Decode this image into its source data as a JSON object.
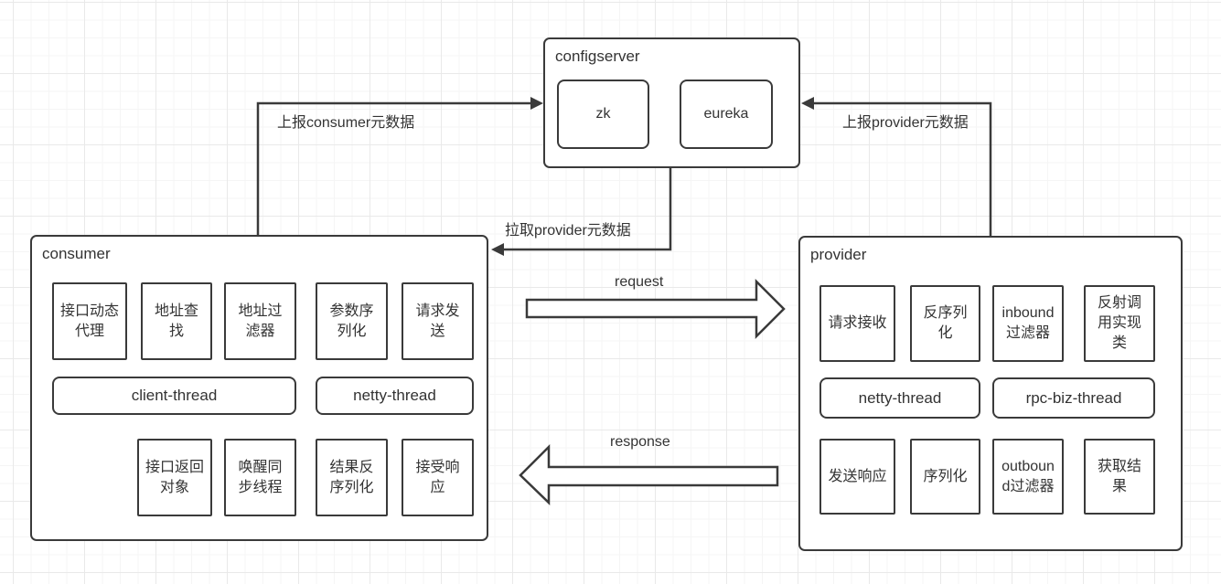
{
  "colors": {
    "border": "#3a3a3a",
    "text": "#333333",
    "background": "#ffffff",
    "grid_minor": "#f5f5f5",
    "grid_major": "#e9e9e9"
  },
  "configserver": {
    "title": "configserver",
    "children": [
      "zk",
      "eureka"
    ]
  },
  "consumer": {
    "title": "consumer",
    "row1": [
      "接口动态代理",
      "地址查找",
      "地址过滤器",
      "参数序列化",
      "请求发送"
    ],
    "threads": [
      "client-thread",
      "netty-thread"
    ],
    "row2": [
      "接口返回对象",
      "唤醒同步线程",
      "结果反序列化",
      "接受响应"
    ]
  },
  "provider": {
    "title": "provider",
    "row1": [
      "请求接收",
      "反序列化",
      "inbound过滤器",
      "反射调用实现类"
    ],
    "threads": [
      "netty-thread",
      "rpc-biz-thread"
    ],
    "row2": [
      "发送响应",
      "序列化",
      "outbound过滤器",
      "获取结果"
    ]
  },
  "edges": {
    "consumer_to_configserver": "上报consumer元数据",
    "provider_to_configserver": "上报provider元数据",
    "configserver_to_consumer": "拉取provider元数据",
    "request": "request",
    "response": "response"
  }
}
